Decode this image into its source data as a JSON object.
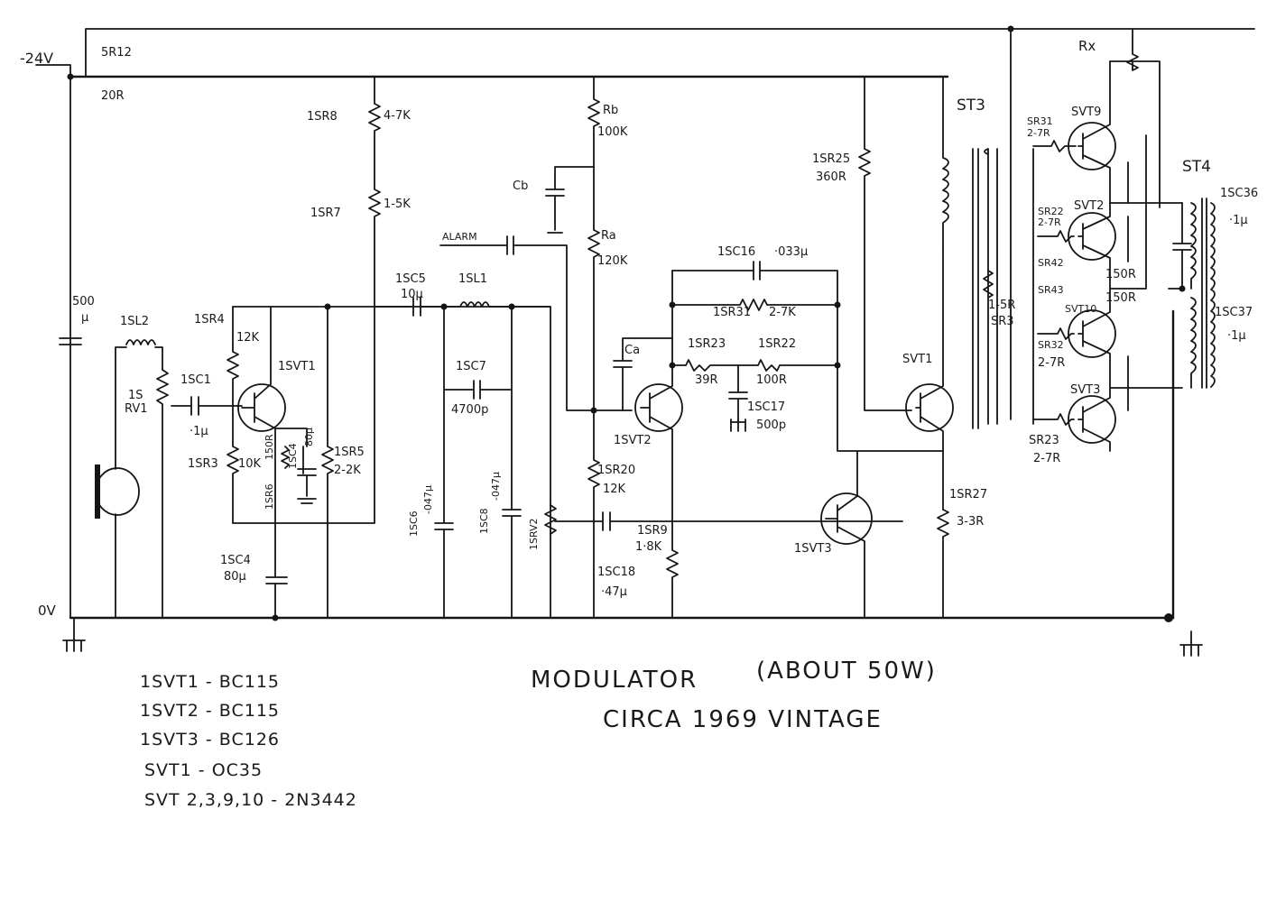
{
  "rail": {
    "supply_label": "-24V",
    "ground_label": "0V"
  },
  "labels": {
    "sr12": "5R12",
    "sr12_val": "20R",
    "c500": "500",
    "c500_unit": "µ",
    "isl2": "1SL2",
    "rv1": "1S",
    "rv1b": "RV1",
    "isc1": "1SC1",
    "isc1_val": "·1µ",
    "isr4": "1SR4",
    "isr4_val": "12K",
    "isr3": "1SR3",
    "isr3_val": "10K",
    "isr6": "1SR6",
    "isr6_val": "150R",
    "isc4a": "1SC4",
    "isc4a_val": "80µ",
    "isvt1": "1SVT1",
    "isr5": "1SR5",
    "isr5_val": "2-2K",
    "isc4": "1SC4",
    "isc4_val": "80µ",
    "isr8": "1SR8",
    "isr8_val": "4-7K",
    "isr7": "1SR7",
    "isr7_val": "1-5K",
    "isc5": "1SC5",
    "isc5_val": "10µ",
    "isl1": "1SL1",
    "isc7": "1SC7",
    "isc7_val": "4700p",
    "isc6": "1SC6",
    "isc6_val": "-047µ",
    "isc8": "1SC8",
    "isc8_val": "-047µ",
    "isrv2": "1SRV2",
    "alarm": "ALARM",
    "cb": "Cb",
    "rb": "Rb",
    "rb_val": "100K",
    "ra": "Ra",
    "ra_val": "120K",
    "ca": "Ca",
    "isvt2": "1SVT2",
    "isc16": "1SC16",
    "isc16_val": "·033µ",
    "isr31": "1SR31",
    "isr31_val": "2-7K",
    "isr23": "1SR23",
    "isr23_val": "39R",
    "isr22": "1SR22",
    "isr22_val": "100R",
    "isc17": "1SC17",
    "isc17_val": "500p",
    "isr20": "1SR20",
    "isr20_val": "12K",
    "isr9": "1SR9",
    "isr9_val": "1·8K",
    "isc18": "1SC18",
    "isc18_val": "·47µ",
    "isvt3": "1SVT3",
    "isr25": "1SR25",
    "isr25_val": "360R",
    "svt1": "SVT1",
    "isr27": "1SR27",
    "isr27_val": "3-3R",
    "st3": "ST3",
    "sr3_val": "1-5R",
    "sr3": "SR3",
    "rx": "Rx",
    "sr31": "SR31",
    "sr31_val": "2-7R",
    "svt9": "SVT9",
    "sr22": "SR22",
    "sr22_val": "2-7R",
    "svt2": "SVT2",
    "sr42": "SR42",
    "r150a": "150R",
    "sr43": "SR43",
    "r150b": "150R",
    "svt10": "SVT10",
    "sr32": "SR32",
    "sr32_val": "2-7R",
    "svt3": "SVT3",
    "sr23": "SR23",
    "sr23_val": "2-7R",
    "st4": "ST4",
    "isc36": "1SC36",
    "isc36_val": "·1µ",
    "isc37": "1SC37",
    "isc37_val": "·1µ"
  },
  "title": "MODULATOR",
  "title_note": "(ABOUT 50W)",
  "subtitle": "CIRCA 1969 VINTAGE",
  "parts_list": [
    "1SVT1 - BC115",
    "1SVT2 - BC115",
    "1SVT3 - BC126",
    "SVT1 - OC35",
    "SVT 2,3,9,10 - 2N3442"
  ]
}
